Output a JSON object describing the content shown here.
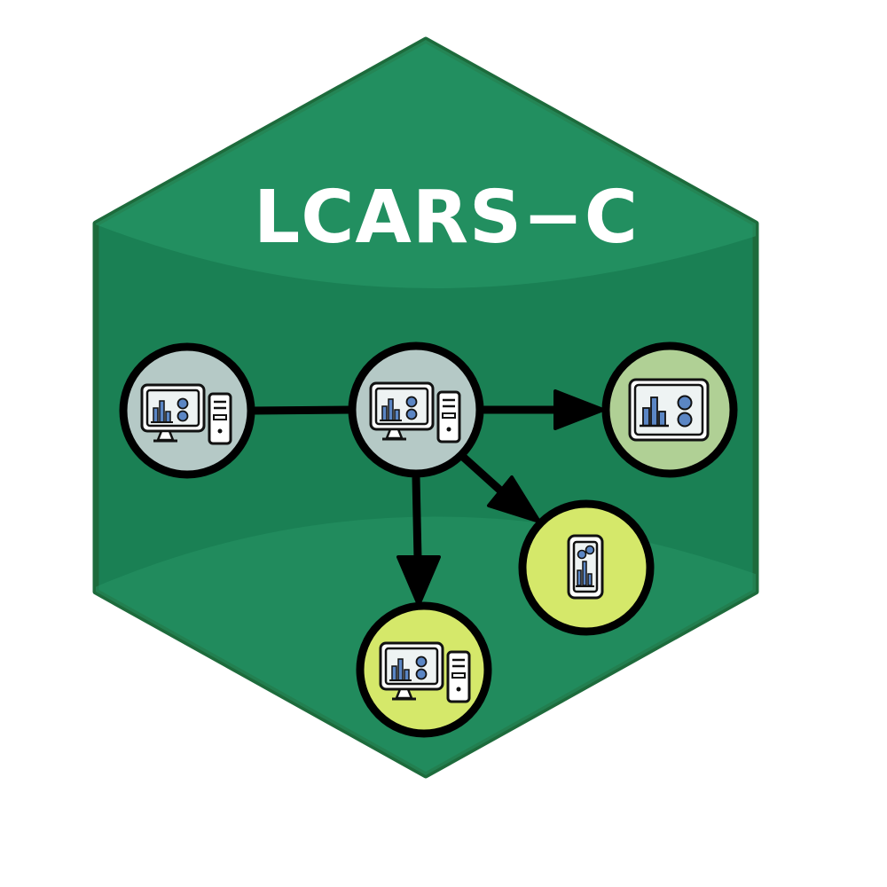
{
  "title": "LCARS−C",
  "colors": {
    "hex_fill": "#1a8054",
    "hex_border": "#1d6b3c",
    "hex_highlight": "#2a9a69",
    "title_text": "#ffffff",
    "node_gray": "#b5c9c6",
    "node_sage": "#b0d095",
    "node_lime": "#d5e86a",
    "edge": "#000000",
    "icon_blue": "#5b86c4"
  },
  "nodes": [
    {
      "id": "node-left",
      "icon": "desktop-computer-icon",
      "color": "node_gray"
    },
    {
      "id": "node-center",
      "icon": "desktop-computer-icon",
      "color": "node_gray"
    },
    {
      "id": "node-right",
      "icon": "dashboard-screen-icon",
      "color": "node_sage"
    },
    {
      "id": "node-lower-right",
      "icon": "mobile-phone-icon",
      "color": "node_lime"
    },
    {
      "id": "node-bottom",
      "icon": "desktop-computer-icon",
      "color": "node_lime"
    }
  ],
  "edges": [
    {
      "from": "node-left",
      "to": "node-center",
      "arrow": false
    },
    {
      "from": "node-center",
      "to": "node-right",
      "arrow": true
    },
    {
      "from": "node-center",
      "to": "node-lower-right",
      "arrow": true
    },
    {
      "from": "node-center",
      "to": "node-bottom",
      "arrow": true
    }
  ]
}
